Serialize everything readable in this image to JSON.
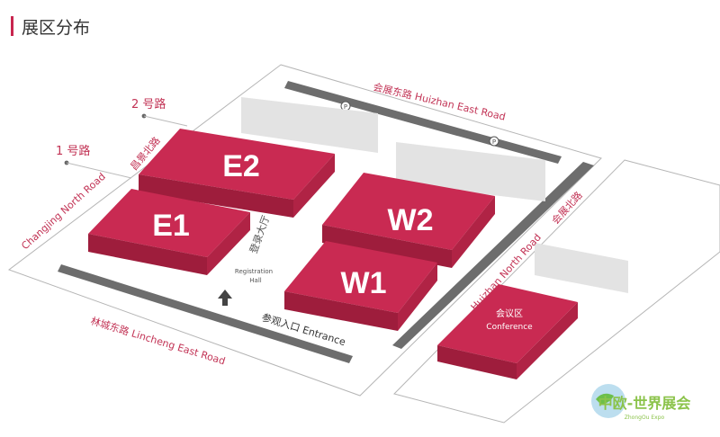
{
  "header": {
    "title": "展区分布"
  },
  "roads": {
    "road2": "2 号路",
    "road1": "1 号路",
    "huizhan_east": "会展东路  Huizhan East Road",
    "changjing_north": "Changjing North Road",
    "changjing_north_cn": "昌景北路",
    "huizhan_north": "Huizhan North Road",
    "huizhan_north_cn": "会展北路",
    "lincheng_east": "林城东路  Lincheng East Road"
  },
  "halls": {
    "e2": "E2",
    "e1": "E1",
    "w2": "W2",
    "w1": "W1"
  },
  "registration": {
    "cn": "登录大厅",
    "en1": "Registration",
    "en2": "Hall"
  },
  "entrance": "参观入口  Entrance",
  "conference": {
    "cn": "会议区",
    "en": "Conference"
  },
  "parking": "P",
  "logo": {
    "cn": "中欧-世界展会",
    "en": "ZhongOu Expo"
  },
  "colors": {
    "accent": "#c8264f",
    "hall_top": "#c92a52",
    "hall_side": "#9e1d3c",
    "road": "#6d6d6d",
    "lot": "#e3e3e3"
  }
}
